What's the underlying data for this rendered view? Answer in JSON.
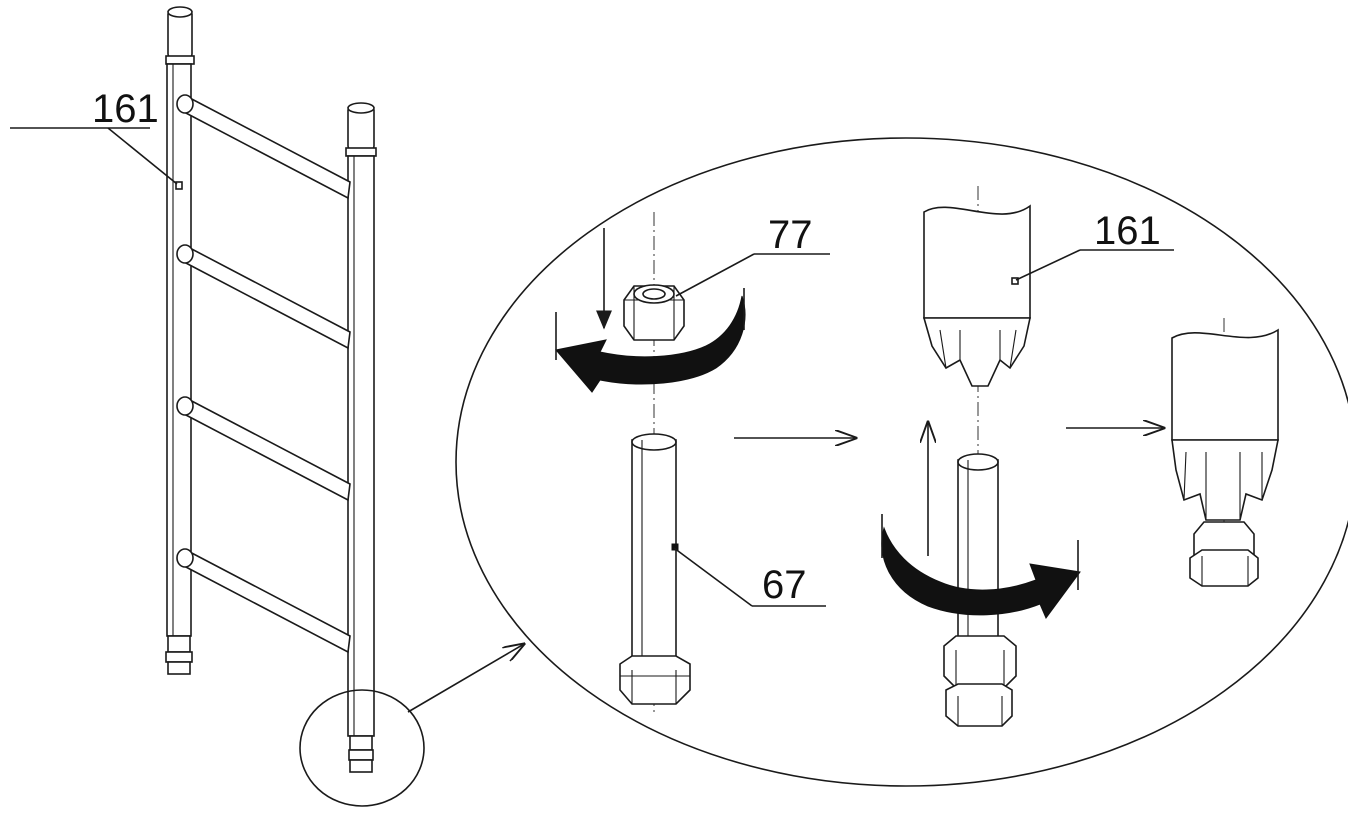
{
  "figure": {
    "labels": {
      "frame_pin": "161",
      "nut": "77",
      "bolt": "67",
      "detail_pin": "161"
    },
    "line_color": "#1a1a1a",
    "arrow_color": "#111111",
    "background": "#ffffff"
  }
}
